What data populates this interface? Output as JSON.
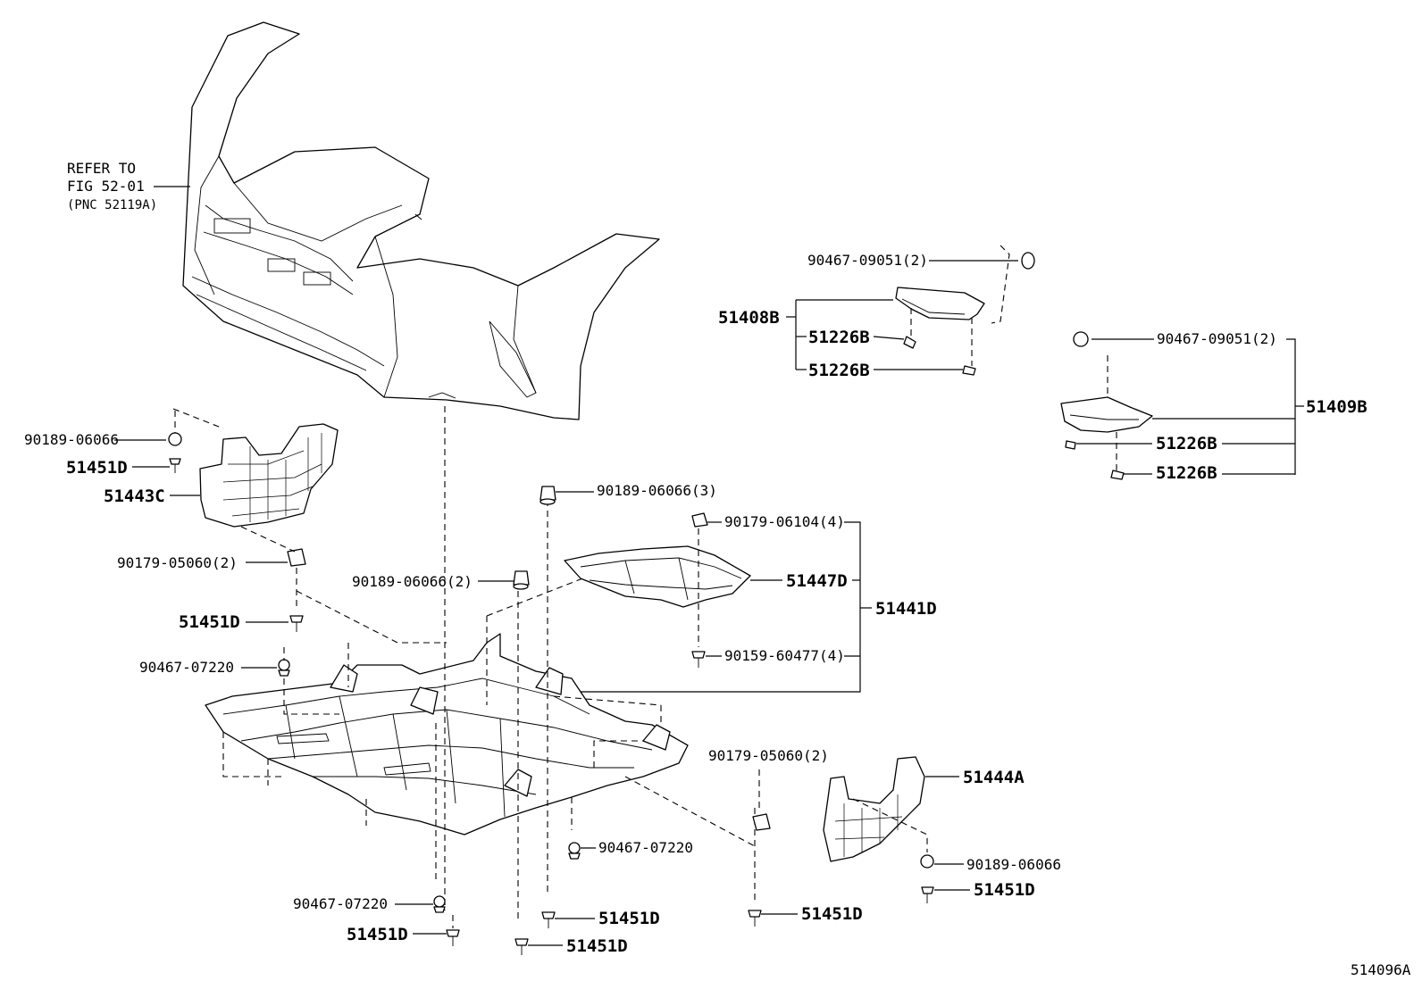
{
  "refer": {
    "line1": "REFER TO",
    "line2": "FIG 52-01",
    "line3": "(PNC 52119A)"
  },
  "labels": {
    "p_90467_09051_2_a": "90467-09051(2)",
    "p_51408B": "51408B",
    "p_51226B_a": "51226B",
    "p_51226B_b": "51226B",
    "p_90467_09051_2_b": "90467-09051(2)",
    "p_51409B": "51409B",
    "p_51226B_c": "51226B",
    "p_51226B_d": "51226B",
    "p_90189_06066_a": "90189-06066",
    "p_51451D_a": "51451D",
    "p_51443C": "51443C",
    "p_90189_06066_3": "90189-06066(3)",
    "p_90179_06104_4": "90179-06104(4)",
    "p_51447D": "51447D",
    "p_51441D": "51441D",
    "p_90179_05060_2_a": "90179-05060(2)",
    "p_90189_06066_2": "90189-06066(2)",
    "p_51451D_b": "51451D",
    "p_90159_60477_4": "90159-60477(4)",
    "p_90467_07220_a": "90467-07220",
    "p_90179_05060_2_b": "90179-05060(2)",
    "p_51444A": "51444A",
    "p_90467_07220_b": "90467-07220",
    "p_90189_06066_b": "90189-06066",
    "p_51451D_c": "51451D",
    "p_90467_07220_c": "90467-07220",
    "p_51451D_d": "51451D",
    "p_51451D_e": "51451D",
    "p_51451D_f": "51451D",
    "p_51451D_g": "51451D"
  },
  "figure_id": "514096A"
}
